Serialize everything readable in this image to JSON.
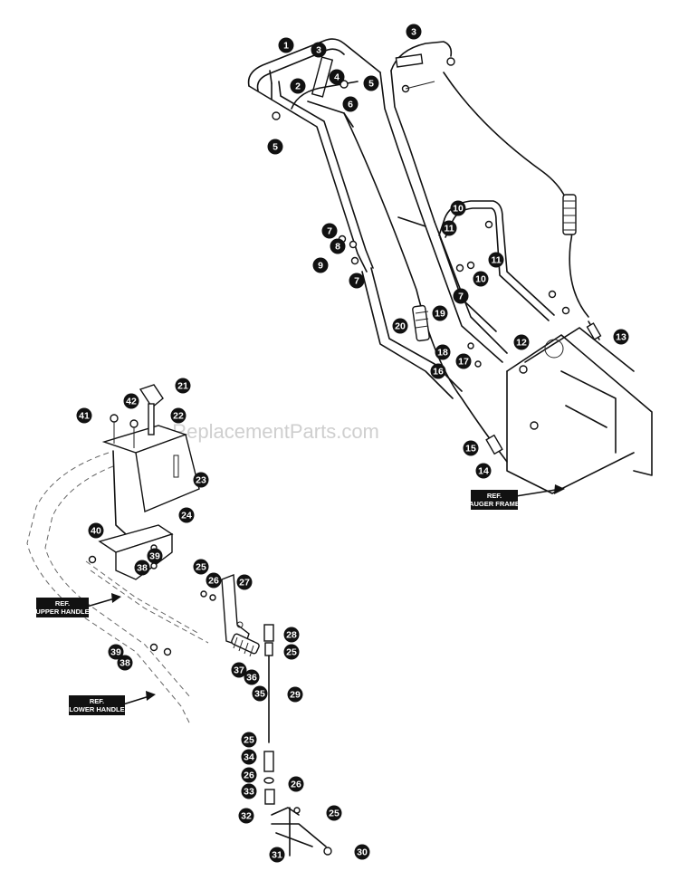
{
  "watermark": "eReplacementParts.com",
  "ref_labels": {
    "auger_frame": [
      "REF.",
      "AUGER FRAME"
    ],
    "upper_handle": [
      "REF.",
      "UPPER HANDLE"
    ],
    "lower_handle": [
      "REF.",
      "LOWER HANDLE"
    ]
  },
  "callouts": [
    {
      "id": "1"
    },
    {
      "id": "3"
    },
    {
      "id": "3"
    },
    {
      "id": "4"
    },
    {
      "id": "2"
    },
    {
      "id": "5"
    },
    {
      "id": "6"
    },
    {
      "id": "5"
    },
    {
      "id": "7"
    },
    {
      "id": "8"
    },
    {
      "id": "9"
    },
    {
      "id": "7"
    },
    {
      "id": "10"
    },
    {
      "id": "11"
    },
    {
      "id": "11"
    },
    {
      "id": "10"
    },
    {
      "id": "7"
    },
    {
      "id": "19"
    },
    {
      "id": "20"
    },
    {
      "id": "12"
    },
    {
      "id": "13"
    },
    {
      "id": "18"
    },
    {
      "id": "17"
    },
    {
      "id": "16"
    },
    {
      "id": "15"
    },
    {
      "id": "14"
    },
    {
      "id": "21"
    },
    {
      "id": "42"
    },
    {
      "id": "41"
    },
    {
      "id": "22"
    },
    {
      "id": "23"
    },
    {
      "id": "24"
    },
    {
      "id": "40"
    },
    {
      "id": "39"
    },
    {
      "id": "38"
    },
    {
      "id": "25"
    },
    {
      "id": "26"
    },
    {
      "id": "27"
    },
    {
      "id": "28"
    },
    {
      "id": "25"
    },
    {
      "id": "39"
    },
    {
      "id": "38"
    },
    {
      "id": "37"
    },
    {
      "id": "36"
    },
    {
      "id": "35"
    },
    {
      "id": "29"
    },
    {
      "id": "25"
    },
    {
      "id": "34"
    },
    {
      "id": "26"
    },
    {
      "id": "26"
    },
    {
      "id": "33"
    },
    {
      "id": "25"
    },
    {
      "id": "32"
    },
    {
      "id": "31"
    },
    {
      "id": "30"
    }
  ]
}
